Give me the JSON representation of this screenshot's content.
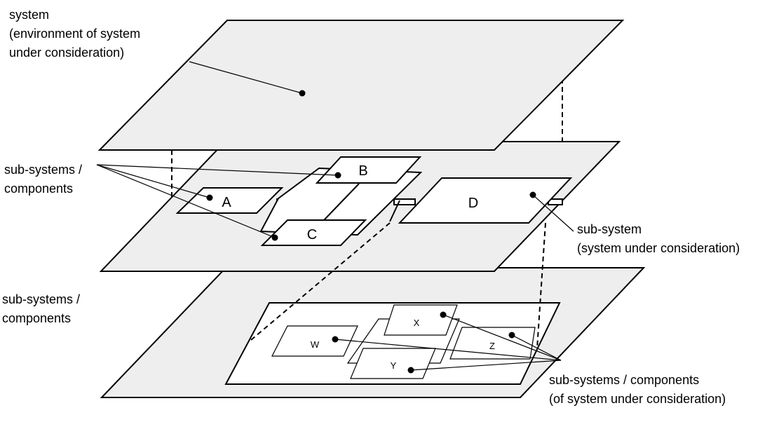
{
  "labels": {
    "system": [
      "system",
      "(environment of system",
      "under consideration)"
    ],
    "subsystems_top": [
      "sub-systems /",
      "components"
    ],
    "subsystem": [
      "sub-system",
      "(system under consideration)"
    ],
    "subsystems_bottom": [
      "sub-systems /",
      "components"
    ],
    "subsystems_of": [
      "sub-systems / components",
      "(of system under consideration)"
    ]
  },
  "components": {
    "A": "A",
    "B": "B",
    "C": "C",
    "D": "D",
    "W": "W",
    "X": "X",
    "Y": "Y",
    "Z": "Z"
  }
}
